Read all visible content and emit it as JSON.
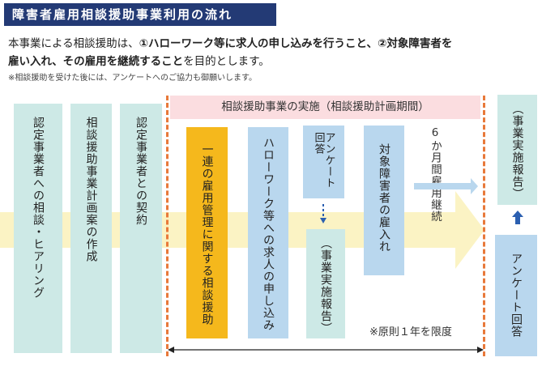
{
  "title": "障害者雇用相談援助事業利用の流れ",
  "intro": {
    "line1_a": "本事業による相談援助は、",
    "line1_b": "①ハローワーク等に求人の申し込みを行うこと、",
    "line1_c": "②対象障害者を",
    "line2_a": "雇い入れ、その雇用を継続すること",
    "line2_b": "を目的とします。",
    "note": "※相談援助を受けた後には、アンケートへのご協力も御願いします。"
  },
  "pre_steps": [
    "認定事業者への相談・ヒアリング",
    "相談援助事業計画案の作成",
    "認定事業者との契約"
  ],
  "period_header": "相談援助事業の実施（相談援助計画期間）",
  "period_steps": {
    "consulting": "一連の雇用管理に関する相談援助",
    "job_offer": "ハローワーク等への求人の申し込み",
    "survey": "アンケート回答",
    "report": "（事業実施報告）",
    "hire": "対象障害者の雇入れ",
    "continue_a": "6か月間",
    "continue_b": "雇用継続"
  },
  "limit_note": "※原則１年を限度",
  "post_steps": {
    "report": "（事業実施報告）",
    "survey": "アンケート回答"
  },
  "colors": {
    "navy": "#233a75",
    "teal": "#cde9e6",
    "blue": "#b9d7ee",
    "orange": "#f5b81c",
    "pink": "#fbdde0",
    "yellow": "#fbf3c4",
    "dash": "#e8793a"
  }
}
